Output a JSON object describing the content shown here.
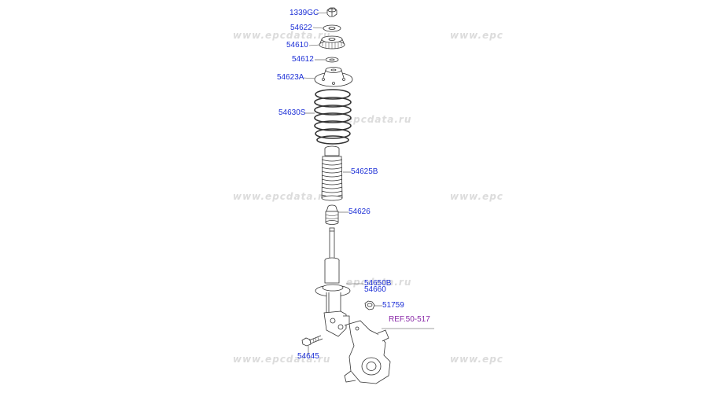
{
  "watermark": "www.epcdata.ru",
  "watermark_partial": "www.epc",
  "watermark_mid": "epcdata.ru",
  "parts": {
    "p1339gc": "1339GC",
    "p54622": "54622",
    "p54610": "54610",
    "p54612": "54612",
    "p54623a": "54623A",
    "p54630s": "54630S",
    "p54625b": "54625B",
    "p54626": "54626",
    "p54650b": "54650B",
    "p54660": "54660",
    "p51759": "51759",
    "ref": "REF.50-517",
    "p54645": "54645"
  },
  "colors": {
    "label": "#1c2fd6",
    "ref_label": "#8a2aa8",
    "line": "#333333",
    "watermark": "#dcdcdc"
  }
}
